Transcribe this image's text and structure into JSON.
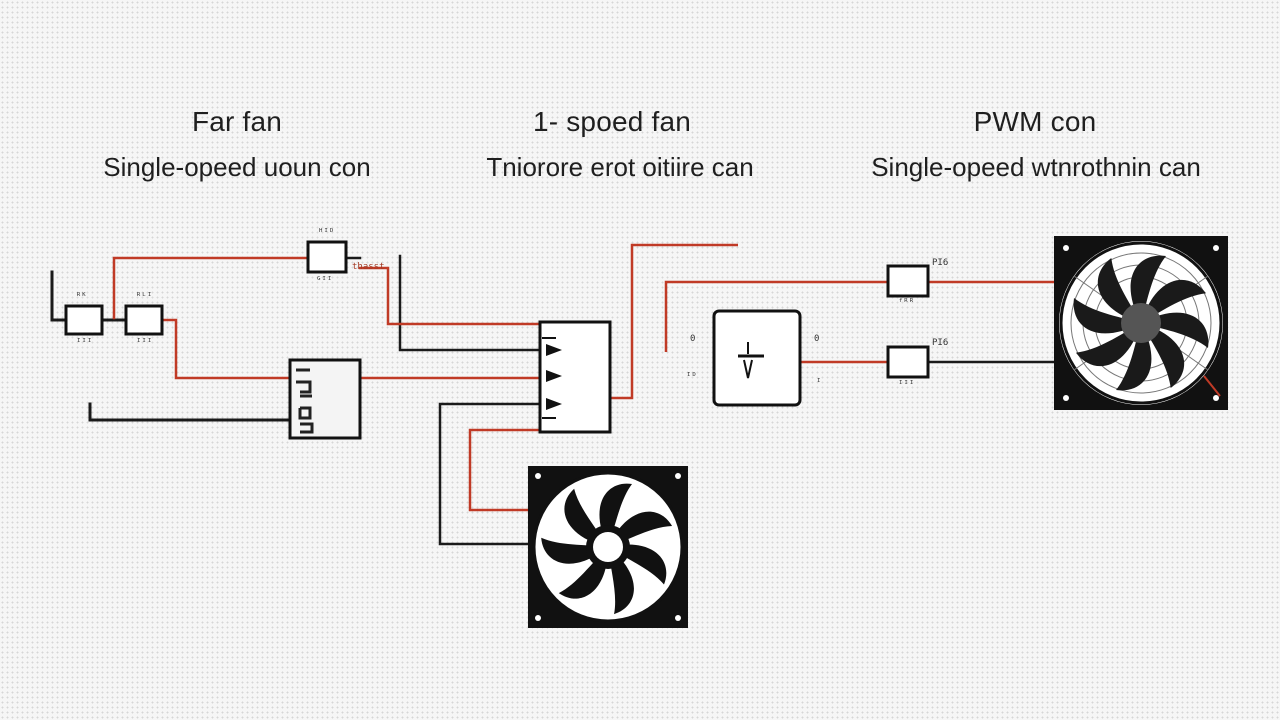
{
  "columns": [
    {
      "title": "Far fan",
      "subtitle": "Single-opeed uoun con"
    },
    {
      "title": "1- spoed fan",
      "subtitle": "Tniorore erot oitiire can"
    },
    {
      "title": "PWM con",
      "subtitle": "Single-opeed wtnrothnin can"
    }
  ],
  "tiny_labels": {
    "top_resistor_top": "ᴴᴵᴰ",
    "top_resistor_bottom": "ᴳᴵᴵ",
    "top_red_note": "thasst",
    "left_res1_top": "ᴿᴷ",
    "left_res1_bottom": "ᴵᴵᴵ",
    "left_res2_top": "ᴿᴸᴵ",
    "left_res2_bottom": "ᴵᴵᴵ",
    "pwm_res_top_label": "PI6",
    "pwm_res_top_bottom": "ᶠᴿᴿ",
    "pwm_res_bot_label": "PI6",
    "pwm_res_bot_bottom": "ᴵᴵᴵ",
    "ctrl_left_1": "0",
    "ctrl_left_2": "ᴵᴰ",
    "ctrl_right_1": "0",
    "ctrl_right_2": "ᴵ"
  },
  "colors": {
    "wire_red": "#c03a26",
    "wire_black": "#1a1a1a",
    "fan_frame": "#111111",
    "background": "#f6f6f6"
  },
  "icons": {
    "middle_fan": "fan-icon",
    "right_fan": "fan-icon"
  }
}
